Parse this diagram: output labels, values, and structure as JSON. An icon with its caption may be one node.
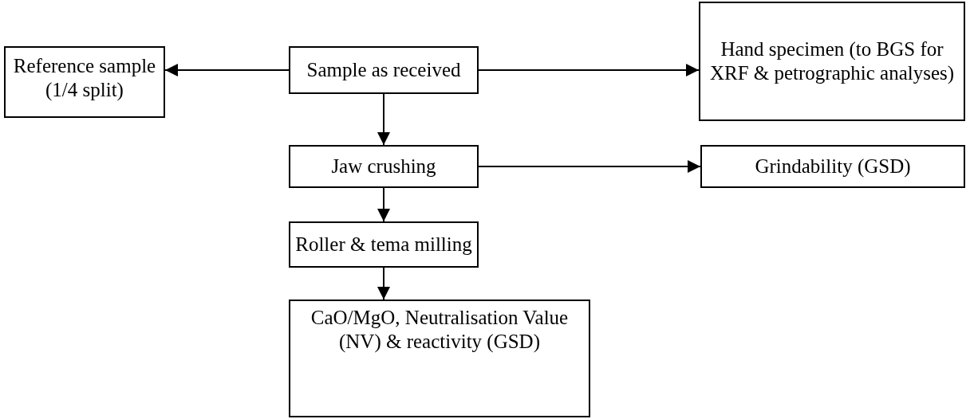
{
  "diagram": {
    "nodes": [
      {
        "text": [
          "Reference sample (1/4 split)"
        ]
      },
      {
        "text": [
          "Sample as received"
        ]
      },
      {
        "text": [
          "Hand specimen (to BGS for XRF & petrographic analyses)"
        ]
      },
      {
        "text": [
          "Jaw crushing"
        ]
      },
      {
        "text": [
          "Grindability (GSD)"
        ]
      },
      {
        "text": [
          "Roller & tema milling"
        ]
      },
      {
        "text": [
          "CaO/MgO, Neutralisation Value (NV) & reactivity (GSD)"
        ]
      }
    ],
    "edges": [
      {
        "from": 1,
        "to": 0,
        "arrow": "to"
      },
      {
        "from": 1,
        "to": 2,
        "arrow": "to"
      },
      {
        "from": 1,
        "to": 3,
        "arrow": "to"
      },
      {
        "from": 3,
        "to": 4,
        "arrow": "to"
      },
      {
        "from": 3,
        "to": 5,
        "arrow": "to"
      },
      {
        "from": 5,
        "to": 6,
        "arrow": "to"
      }
    ]
  }
}
